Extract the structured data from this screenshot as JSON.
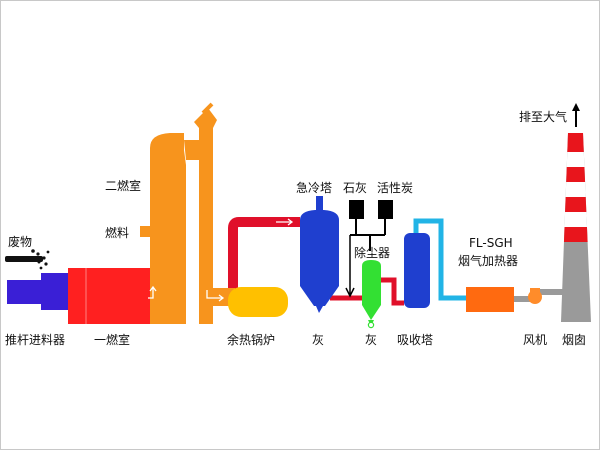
{
  "labels": {
    "waste": "废物",
    "feeder": "推杆进料器",
    "primary_chamber": "一燃室",
    "secondary_chamber": "二燃室",
    "fuel": "燃料",
    "waste_heat_boiler": "余热锅炉",
    "quench_tower": "急冷塔",
    "lime": "石灰",
    "activated_carbon": "活性炭",
    "dust_collector": "除尘器",
    "ash_quench": "灰",
    "ash_dust": "灰",
    "absorption_tower": "吸收塔",
    "heater_model": "FL-SGH",
    "heater": "烟气加热器",
    "fan": "风机",
    "chimney": "烟囱",
    "exhaust": "排至大气"
  },
  "colors": {
    "feeder": "#3a1fd6",
    "primary_chamber": "#ff2020",
    "secondary_chamber": "#f7941d",
    "boiler": "#ffc000",
    "quench_tower": "#1f3fcf",
    "dust_collector": "#33e033",
    "absorption_tower": "#1f3fcf",
    "heater": "#ff6a10",
    "fan": "#ff8c2a",
    "duct_red": "#e0102a",
    "duct_cyan": "#22b4e6",
    "chimney_red": "#e8151c",
    "chimney_grey": "#9a9a9a"
  }
}
